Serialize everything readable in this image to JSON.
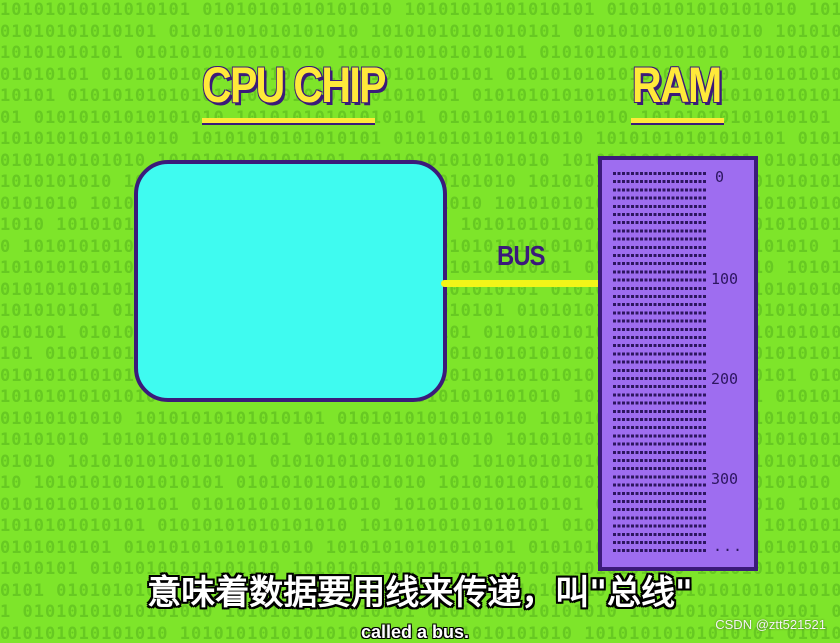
{
  "diagram": {
    "cpu_title": "CPU CHIP",
    "ram_title": "RAM",
    "bus_label": "BUS",
    "ram_addresses": {
      "a0": "0",
      "a100": "100",
      "a200": "200",
      "a300": "300",
      "more": "..."
    }
  },
  "subtitles": {
    "chinese": "意味着数据要用线来传递，叫\"总线\"",
    "english": "called a bus."
  },
  "watermark": "CSDN @ztt521521",
  "colors": {
    "background": "#7ee52a",
    "title_yellow": "#ffe93a",
    "outline_purple": "#3b1a7a",
    "cpu_cyan": "#3ffbf0",
    "ram_purple": "#9e6df0",
    "bus_yellow": "#f2f518"
  }
}
